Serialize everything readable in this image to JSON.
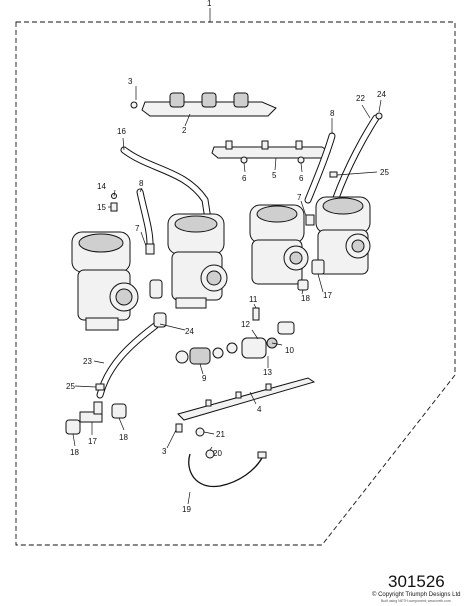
{
  "diagram": {
    "number": "301526",
    "copyright": "© Copyright Triumph Designs Ltd",
    "subnote": "Built using NETH component; www.neth.com"
  },
  "callouts": [
    {
      "id": "c1",
      "text": "1"
    },
    {
      "id": "c2",
      "text": "2"
    },
    {
      "id": "c3a",
      "text": "3"
    },
    {
      "id": "c3b",
      "text": "3"
    },
    {
      "id": "c4",
      "text": "4"
    },
    {
      "id": "c5",
      "text": "5"
    },
    {
      "id": "c6a",
      "text": "6"
    },
    {
      "id": "c6b",
      "text": "6"
    },
    {
      "id": "c7a",
      "text": "7"
    },
    {
      "id": "c7b",
      "text": "7"
    },
    {
      "id": "c8a",
      "text": "8"
    },
    {
      "id": "c8b",
      "text": "8"
    },
    {
      "id": "c9",
      "text": "9"
    },
    {
      "id": "c10",
      "text": "10"
    },
    {
      "id": "c11",
      "text": "11"
    },
    {
      "id": "c12",
      "text": "12"
    },
    {
      "id": "c13",
      "text": "13"
    },
    {
      "id": "c14",
      "text": "14"
    },
    {
      "id": "c15",
      "text": "15"
    },
    {
      "id": "c16",
      "text": "16"
    },
    {
      "id": "c17a",
      "text": "17"
    },
    {
      "id": "c17b",
      "text": "17"
    },
    {
      "id": "c18a",
      "text": "18"
    },
    {
      "id": "c18b",
      "text": "18"
    },
    {
      "id": "c18c",
      "text": "18"
    },
    {
      "id": "c19",
      "text": "19"
    },
    {
      "id": "c20",
      "text": "20"
    },
    {
      "id": "c21",
      "text": "21"
    },
    {
      "id": "c22",
      "text": "22"
    },
    {
      "id": "c23",
      "text": "23"
    },
    {
      "id": "c24a",
      "text": "24"
    },
    {
      "id": "c24b",
      "text": "24"
    },
    {
      "id": "c25a",
      "text": "25"
    },
    {
      "id": "c25b",
      "text": "25"
    }
  ]
}
